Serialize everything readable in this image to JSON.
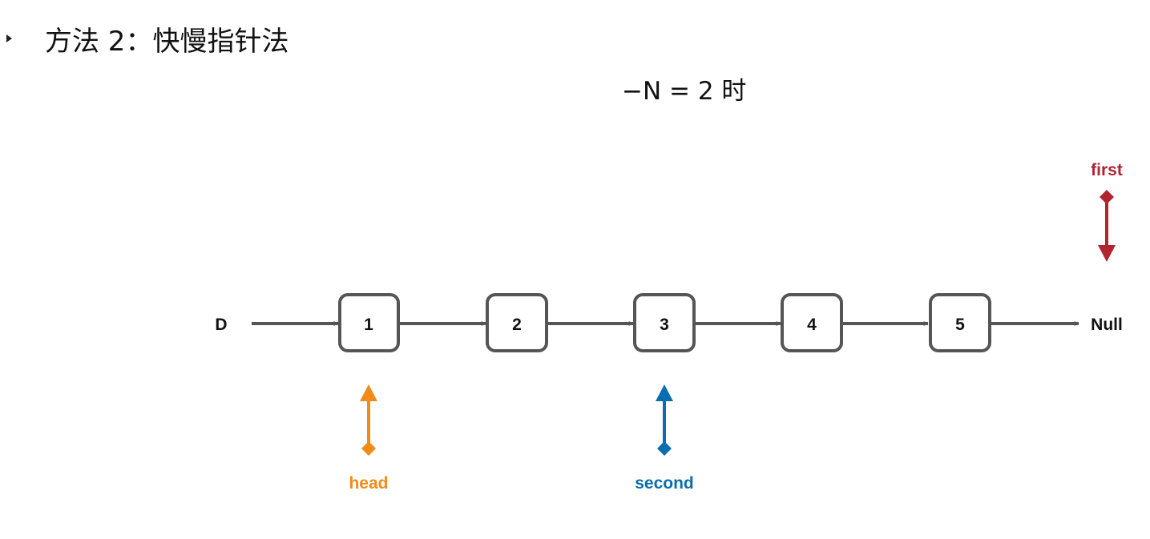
{
  "heading": "方法 2：快慢指针法",
  "condition": "−N = 2 时",
  "list": {
    "start_label": "D",
    "end_label": "Null",
    "nodes": [
      "1",
      "2",
      "3",
      "4",
      "5"
    ]
  },
  "pointers": {
    "first": {
      "label": "first",
      "color": "#b22330",
      "target": "Null"
    },
    "head": {
      "label": "head",
      "color": "#f28a17",
      "target": "1"
    },
    "second": {
      "label": "second",
      "color": "#0a6db0",
      "target": "3"
    }
  },
  "colors": {
    "node_border": "#555555",
    "arrow": "#555555",
    "text": "#111111"
  }
}
